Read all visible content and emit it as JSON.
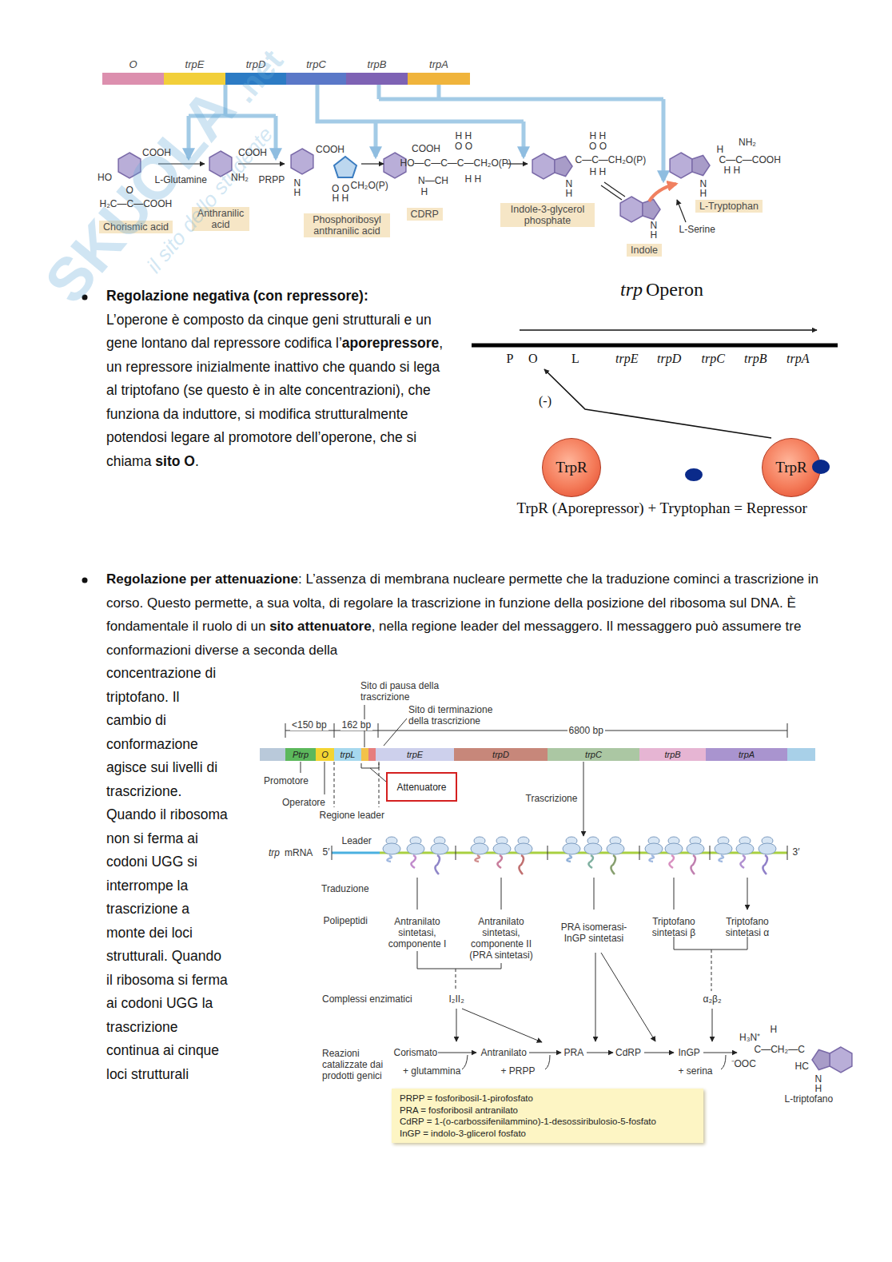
{
  "diagram": {
    "nodes": [
      {
        "text": [
          "O"
        ]
      },
      {
        "text": [
          "trpE"
        ]
      },
      {
        "text": [
          "trpD"
        ]
      },
      {
        "text": [
          "trpC"
        ]
      },
      {
        "text": [
          "trpB"
        ]
      },
      {
        "text": [
          "trpA"
        ]
      },
      {
        "text": [
          "Chorismic acid"
        ]
      },
      {
        "text": [
          "Anthranilic acid"
        ]
      },
      {
        "text": [
          "Phosphoribosyl anthranilic acid"
        ]
      },
      {
        "text": [
          "CDRP"
        ]
      },
      {
        "text": [
          "Indole-3-glycerol phosphate"
        ]
      },
      {
        "text": [
          "Indole"
        ]
      },
      {
        "text": [
          "L-Tryptophan"
        ]
      },
      {
        "text": [
          "TrpR"
        ]
      },
      {
        "text": [
          "TrpR"
        ]
      },
      {
        "text": [
          "Ptrp"
        ]
      },
      {
        "text": [
          "O"
        ]
      },
      {
        "text": [
          "trpL"
        ]
      },
      {
        "text": [
          "trpE"
        ]
      },
      {
        "text": [
          "trpD"
        ]
      },
      {
        "text": [
          "trpC"
        ]
      },
      {
        "text": [
          "trpB"
        ]
      },
      {
        "text": [
          "trpA"
        ]
      },
      {
        "text": [
          "Attenuatore"
        ]
      },
      {
        "text": [
          "PRPP = fosforibosil-1-pirofosfato",
          "PRA = fosforibosil antranilato",
          "CdRP = 1-(o-carbossifenilammino)-1-desossiribulosio-5-fosfato",
          "InGP = indolo-3-glicerol fosfato"
        ]
      }
    ],
    "labels": [
      "SKUOLA",
      ".net",
      "il sito dello studente",
      "COOH",
      "HO",
      "O",
      "H₂C—C—COOH",
      "L-Glutamine",
      "COOH",
      "NH₂",
      "PRPP",
      "COOH",
      "N",
      "H",
      "CH₂O(P)",
      "O O",
      "H H",
      "COOH",
      "H H",
      "O O",
      "HO—C—C—C—CH₂O(P)",
      "N—CH",
      "H",
      "H H",
      "H H",
      "O O",
      "C—C—CH₂O(P)",
      "H H",
      "N",
      "H",
      "N",
      "H",
      "NH₂",
      "H",
      "C—C—COOH",
      "H H",
      "N",
      "H",
      "L-Serine",
      "Regolazione negativa (con repressore):",
      "L’operone è composto da cinque geni strutturali e un gene lontano dal repressore codifica l’",
      "aporepressore",
      ", un repressore inizialmente inattivo che quando si lega al triptofano (se questo è in alte concentrazioni), che funziona da induttore, si modifica strutturalmente potendosi legare al promotore dell’operone, che si chiama ",
      "sito O",
      ".",
      "trp",
      "Operon",
      "P",
      "O",
      "L",
      "trpE",
      "trpD",
      "trpC",
      "trpB",
      "trpA",
      "(-)",
      "TrpR (Aporepressor) + Tryptophan = Repressor",
      "Regolazione per attenuazione",
      ": L’assenza di membrana nucleare permette che la traduzione cominci a trascrizione in corso. Questo permette, a sua volta, di regolare la trascrizione in funzione della posizione del ribosoma sul DNA. È fondamentale il ruolo di un ",
      "sito attenuatore",
      ", nella regione leader del messaggero. Il messaggero può assumere tre conformazioni diverse a seconda della",
      "concentrazione di triptofano. Il cambio di conformazione agisce sui livelli di trascrizione. Quando il ribosoma non si ferma ai codoni UGG si interrompe la trascrizione a monte dei loci strutturali. Quando il ribosoma si ferma ai codoni UGG la trascrizione continua ai cinque loci strutturali",
      "Sito di pausa della trascrizione",
      "Sito di terminazione della trascrizione",
      "<150 bp",
      "162 bp",
      "6800 bp",
      "Promotore",
      "Operatore",
      "Regione leader",
      "Trascrizione",
      "trp",
      "mRNA",
      "5′",
      "Leader",
      "3′",
      "Traduzione",
      "Polipeptidi",
      "Antranilato sintetasi, componente I",
      "Antranilato sintetasi, componente II (PRA sintetasi)",
      "PRA isomerasi-InGP sintetasi",
      "Triptofano sintetasi β",
      "Triptofano sintetasi α",
      "Complessi enzimatici",
      "I₂II₂",
      "α₂β₂",
      "Reazioni catalizzate dai prodotti genici",
      "Corismato",
      "Antranilato",
      "PRA",
      "CdRP",
      "InGP",
      "+ glutammina",
      "+ PRPP",
      "+ serina",
      "H₃N⁺",
      "H",
      "C—CH₂—C",
      "⁻OOC",
      "HC",
      "N",
      "H",
      "L-triptofano"
    ]
  }
}
